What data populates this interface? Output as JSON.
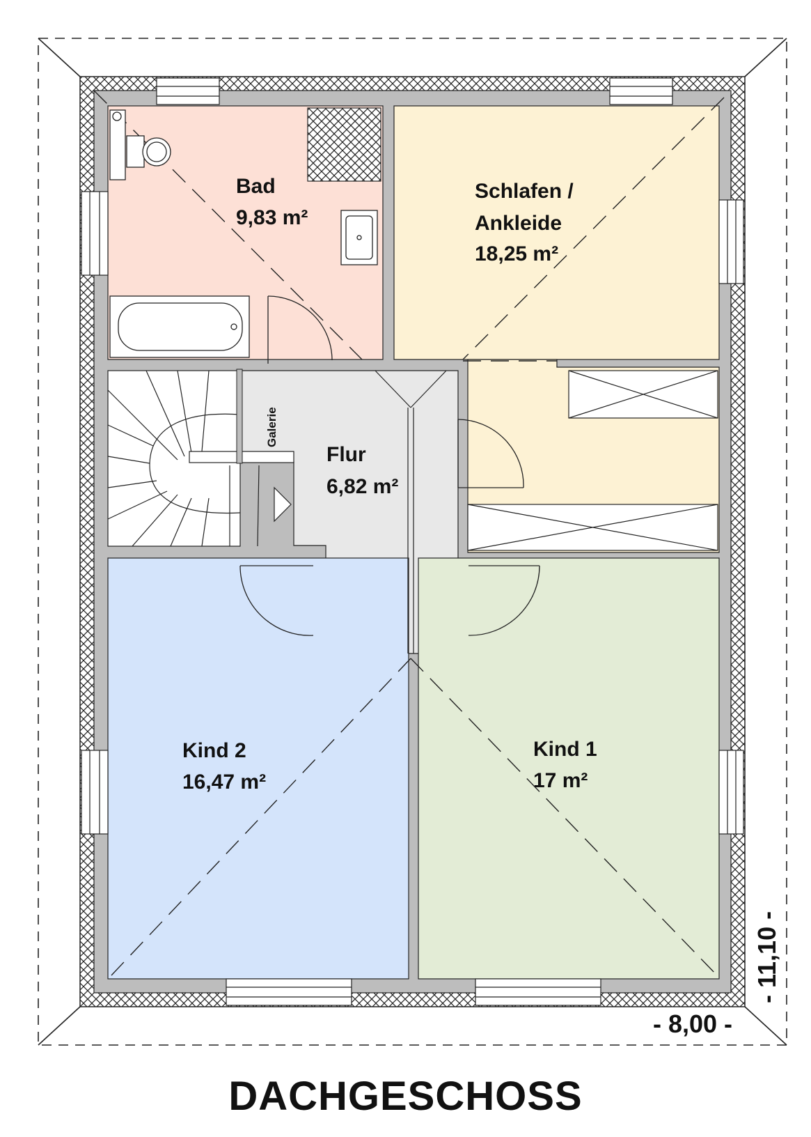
{
  "title": "DACHGESCHOSS",
  "colors": {
    "bad": "#fde0d6",
    "schlafen": "#fdf2d4",
    "flur": "#e8e8e8",
    "kind2": "#d4e4fb",
    "kind1": "#e3ecd6",
    "wall": "#bdbdbd"
  },
  "rooms": {
    "bad": {
      "name": "Bad",
      "area": "9,83 m²"
    },
    "schlafen": {
      "name_line1": "Schlafen /",
      "name_line2": "Ankleide",
      "area": "18,25 m²"
    },
    "flur": {
      "name": "Flur",
      "area": "6,82 m²"
    },
    "kind2": {
      "name": "Kind 2",
      "area": "16,47 m²"
    },
    "kind1": {
      "name": "Kind 1",
      "area": "17 m²"
    }
  },
  "galerie": "Galerie",
  "dimensions": {
    "width": "- 8,00 -",
    "depth": "- 11,10 -"
  }
}
